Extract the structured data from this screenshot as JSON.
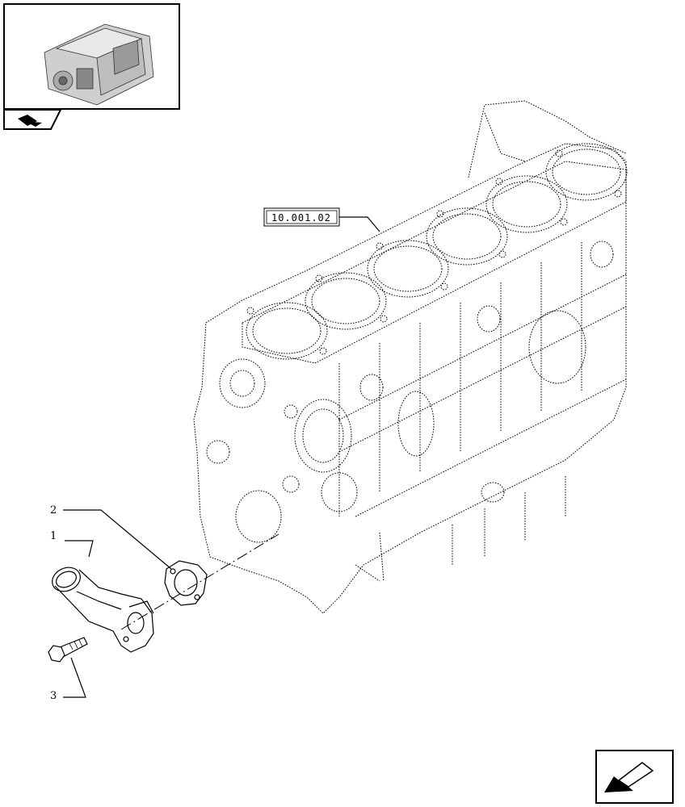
{
  "callouts": {
    "item_1": "1",
    "item_2": "2",
    "item_3": "3",
    "reference": "10.001.02"
  },
  "icons": {
    "thumbnail": "engine-thumbnail-icon",
    "page_tab": "book-arrow-icon",
    "nav": "previous-page-arrow-icon"
  }
}
